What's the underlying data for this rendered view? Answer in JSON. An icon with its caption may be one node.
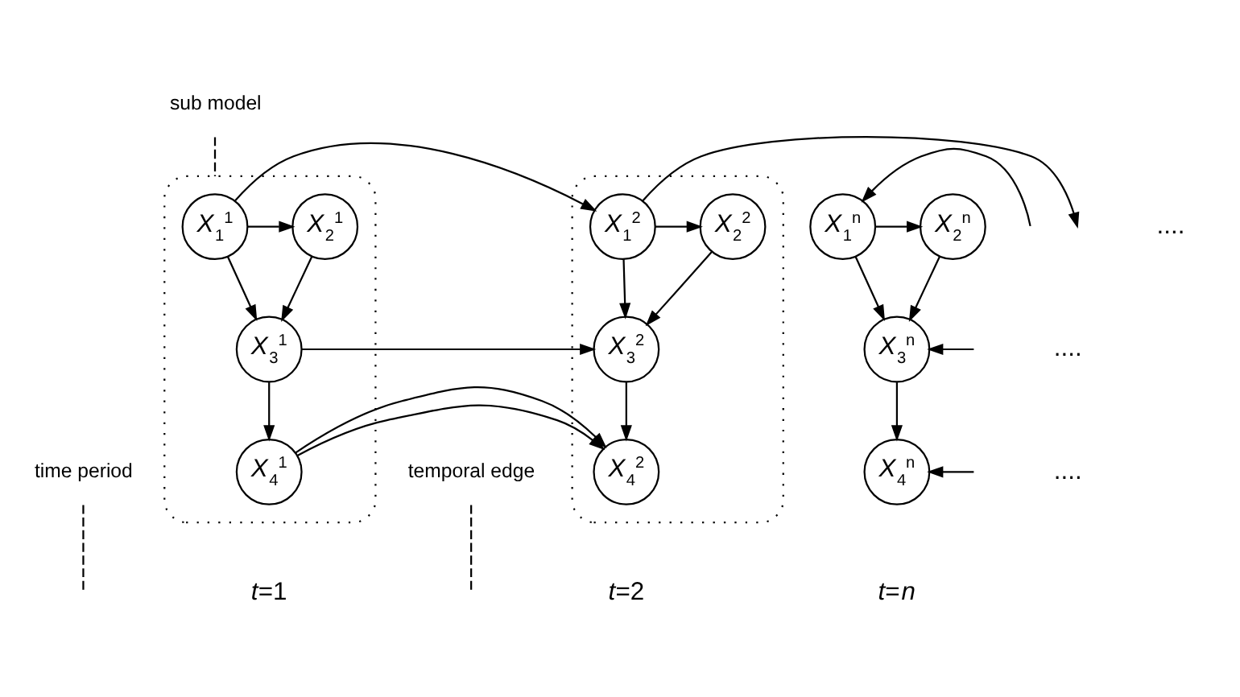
{
  "diagram": {
    "nodes": [
      {
        "text": [],
        "shape": "box"
      },
      {
        "text": [
          "*X*$_{1}$$^{1}$"
        ],
        "in": 0
      },
      {
        "text": [
          "*X*$_{2}$$^{1}$"
        ],
        "in": 0
      },
      {
        "text": [
          "*X*$_{3}$$^{1}$"
        ],
        "in": 0
      },
      {
        "text": [
          "*X*$_{4}$$^{1}$"
        ],
        "in": 0
      },
      {
        "text": [],
        "shape": "box"
      },
      {
        "text": [
          "*X*$_{1}$$^{2}$"
        ],
        "in": 5
      },
      {
        "text": [
          "*X*$_{2}$$^{2}$"
        ],
        "in": 5
      },
      {
        "text": [
          "*X*$_{3}$$^{2}$"
        ],
        "in": 5
      },
      {
        "text": [
          "*X*$_{4}$$^{2}$"
        ],
        "in": 5
      },
      {
        "text": [
          "*X*$_{1}$$^{n}$"
        ]
      },
      {
        "text": [
          "*X*$_{2}$$^{n}$"
        ]
      },
      {
        "text": [
          "*X*$_{3}$$^{n}$"
        ]
      },
      {
        "text": [
          "*X*$_{4}$$^{n}$"
        ]
      },
      {
        "text": [
          "sub model"
        ]
      },
      {
        "text": [
          "time period"
        ]
      },
      {
        "text": [
          "temporal edge"
        ]
      }
    ],
    "edges": [
      {
        "from": 1,
        "to": 2,
        "arrow": "to"
      },
      {
        "from": 1,
        "to": 3,
        "arrow": "to"
      },
      {
        "from": 2,
        "to": 3,
        "arrow": "to"
      },
      {
        "from": 3,
        "to": 4,
        "arrow": "to"
      },
      {
        "from": 6,
        "to": 7,
        "arrow": "to"
      },
      {
        "from": 6,
        "to": 8,
        "arrow": "to"
      },
      {
        "from": 7,
        "to": 8,
        "arrow": "to"
      },
      {
        "from": 8,
        "to": 9,
        "arrow": "to"
      },
      {
        "from": 10,
        "to": 11,
        "arrow": "to"
      },
      {
        "from": 10,
        "to": 12,
        "arrow": "to"
      },
      {
        "from": 11,
        "to": 12,
        "arrow": "to"
      },
      {
        "from": 12,
        "to": 13,
        "arrow": "to"
      },
      {
        "from": 1,
        "to": 6,
        "arrow": "to"
      },
      {
        "from": 3,
        "to": 8,
        "arrow": "to"
      },
      {
        "from": 4,
        "to": 9,
        "arrow": "to"
      },
      {
        "from": 6,
        "to": null,
        "arrow": "to"
      },
      {
        "from": null,
        "to": 10,
        "arrow": "to"
      },
      {
        "from": null,
        "to": 12,
        "arrow": "to"
      },
      {
        "from": null,
        "to": 13,
        "arrow": "to"
      },
      {
        "from": 14,
        "to": 0,
        "arrow": "none",
        "style": "dashed"
      },
      {
        "from": 15,
        "to": null,
        "arrow": "none",
        "style": "dashed"
      },
      {
        "from": 16,
        "to": null,
        "arrow": "none",
        "style": "dashed"
      }
    ],
    "labels": [
      "....",
      "....",
      "....",
      "*t*=1",
      "*t*=2",
      "*t*=*n*"
    ]
  }
}
